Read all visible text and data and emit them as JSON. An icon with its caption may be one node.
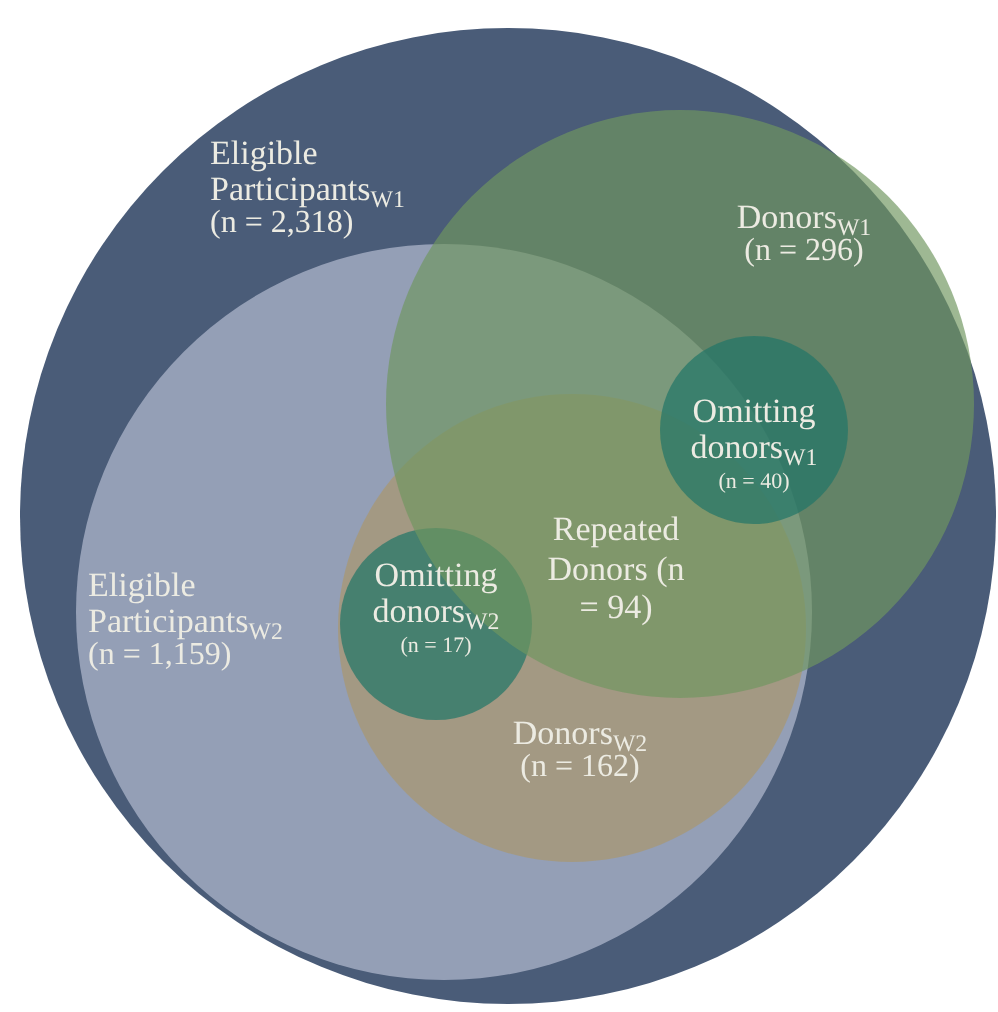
{
  "diagram": {
    "nodes": [
      {
        "text": [
          "Eligible Participants$_{W1}$",
          "(n = 2,318)"
        ]
      },
      {
        "text": [
          "Eligible Participants$_{W2}$",
          "(n = 1,159)"
        ],
        "in": 0
      },
      {
        "text": [
          "Donors$_{W1}$",
          "(n = 296)"
        ],
        "in": 0
      },
      {
        "text": [
          "Donors$_{W2}$",
          "(n = 162)"
        ],
        "in": 1
      },
      {
        "text": [
          "Omitting donors$_{W1}$",
          "(n = 40)"
        ],
        "in": 2
      },
      {
        "text": [
          "Omitting donors$_{W2}$",
          "(n = 17)"
        ],
        "in": 3
      }
    ],
    "edges": [],
    "labels": [
      "Repeated Donors (n = 94)"
    ]
  }
}
